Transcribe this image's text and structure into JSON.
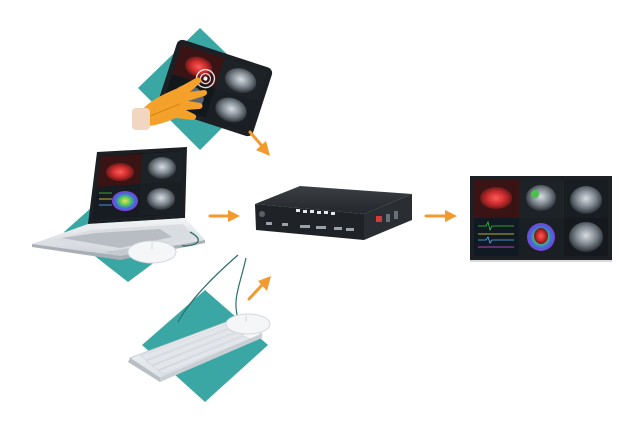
{
  "diagram": {
    "colors": {
      "accent_teal": "#3aa7a4",
      "arrow_orange": "#f29a2e",
      "device_dark": "#1f2226",
      "device_mid": "#2e3237",
      "device_light": "#e9ecef",
      "glove_orange": "#f4a12c",
      "cable": "#2f6f6c",
      "panel_blue": "#1c2b3a",
      "led_white": "#e6e9ec"
    },
    "nodes": [
      {
        "id": "tablet",
        "icon": "tablet-touch-icon"
      },
      {
        "id": "laptop",
        "icon": "laptop-icon"
      },
      {
        "id": "keyboard-mouse",
        "icon": "keyboard-mouse-icon"
      },
      {
        "id": "processor",
        "icon": "rack-processor-icon"
      },
      {
        "id": "display",
        "icon": "wall-display-icon"
      }
    ],
    "edges": [
      {
        "from": "tablet",
        "to": "processor"
      },
      {
        "from": "laptop",
        "to": "processor"
      },
      {
        "from": "keyboard-mouse",
        "to": "processor"
      },
      {
        "from": "processor",
        "to": "display"
      }
    ]
  }
}
